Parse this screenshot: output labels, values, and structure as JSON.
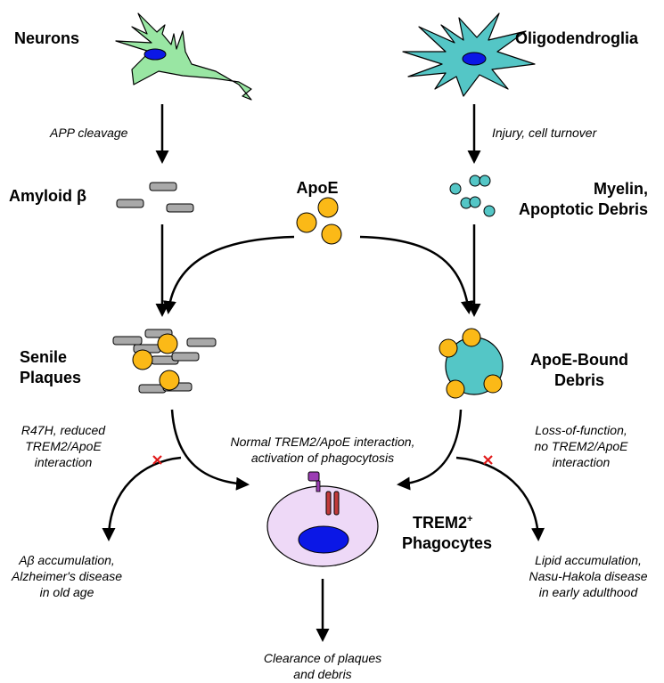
{
  "cells": {
    "neurons": "Neurons",
    "oligodendroglia": "Oligodendroglia",
    "amyloid": "Amyloid β",
    "apoe": "ApoE",
    "myelin_1": "Myelin,",
    "myelin_2": "Apoptotic Debris",
    "plaques_1": "Senile",
    "plaques_2": "Plaques",
    "bound_1": "ApoE-Bound",
    "bound_2": "Debris",
    "phago_1": "TREM2",
    "phago_sup": "+",
    "phago_2": "Phagocytes"
  },
  "processes": {
    "app_cleavage": "APP cleavage",
    "injury": "Injury, cell turnover",
    "r47h_1": "R47H, reduced",
    "r47h_2": "TREM2/ApoE",
    "r47h_3": "interaction",
    "normal_1": "Normal TREM2/ApoE interaction,",
    "normal_2": "activation of phagocytosis",
    "lof_1": "Loss-of-function,",
    "lof_2": "no TREM2/ApoE",
    "lof_3": "interaction",
    "ab_1": "Aβ accumulation,",
    "ab_2": "Alzheimer's disease",
    "ab_3": "in old age",
    "lipid_1": "Lipid accumulation,",
    "lipid_2": "Nasu-Hakola disease",
    "lipid_3": "in early adulthood",
    "clear_1": "Clearance of plaques",
    "clear_2": "and debris"
  },
  "colors": {
    "neuron": "#99e6a3",
    "oligo": "#54c6c6",
    "nucleus": "#0b17e6",
    "apoe": "#fbb917",
    "amyloid": "#a9a9a9",
    "phagocyte": "#eed9f7",
    "receptor_red": "#c23a3a",
    "receptor_purple": "#9b3db3",
    "block": "#e01a1a"
  }
}
